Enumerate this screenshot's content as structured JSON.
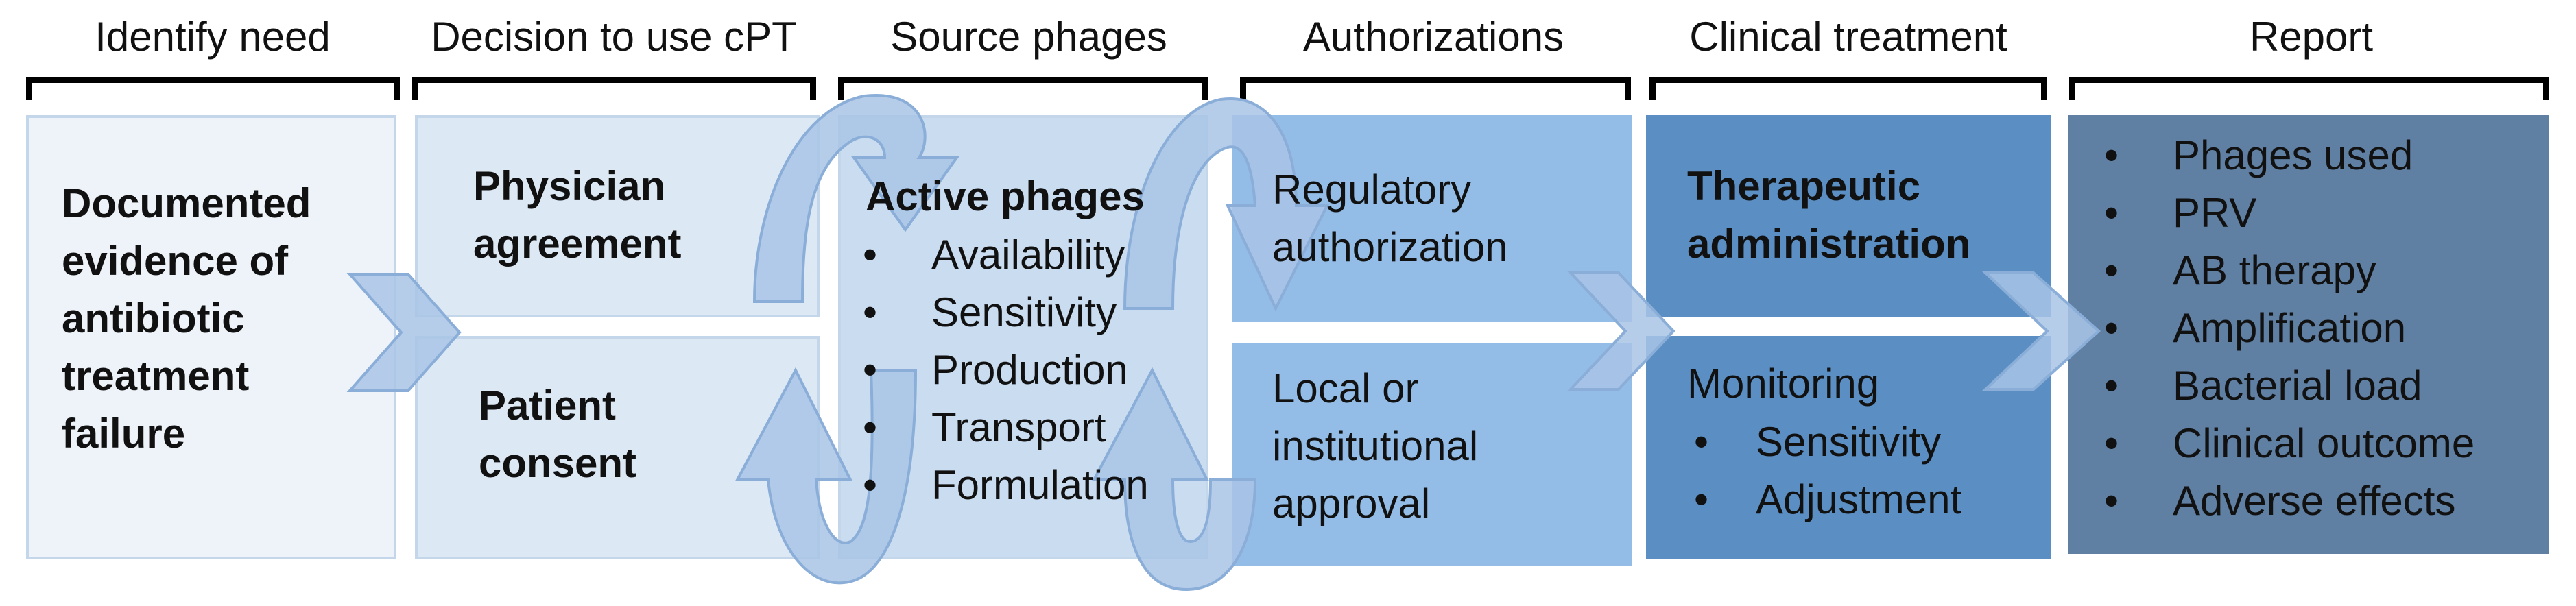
{
  "stages": [
    {
      "header": "Identify need"
    },
    {
      "header": "Decision to use cPT"
    },
    {
      "header": "Source phages"
    },
    {
      "header": "Authorizations"
    },
    {
      "header": "Clinical treatment"
    },
    {
      "header": "Report"
    }
  ],
  "identify": {
    "lines": [
      "Documented",
      "evidence of",
      "antibiotic",
      "treatment",
      "failure"
    ]
  },
  "decision": {
    "top_lines": [
      "Physician",
      "agreement"
    ],
    "bottom_lines": [
      "Patient",
      "consent"
    ]
  },
  "source": {
    "title": "Active phages",
    "items": [
      "Availability",
      "Sensitivity",
      "Production",
      "Transport",
      "Formulation"
    ]
  },
  "authorizations": {
    "top_lines": [
      "Regulatory",
      "authorization"
    ],
    "bottom_lines": [
      "Local or",
      "institutional",
      "approval"
    ]
  },
  "clinical": {
    "top_lines": [
      "Therapeutic",
      "administration"
    ],
    "monitoring_title": "Monitoring",
    "items": [
      "Sensitivity",
      "Adjustment"
    ]
  },
  "report": {
    "items": [
      "Phages used",
      "PRV",
      "AB therapy",
      "Amplification",
      "Bacterial load",
      "Clinical outcome",
      "Adverse effects"
    ]
  },
  "bullet_char": "•",
  "colors": {
    "identify_fill": "#eef3fa",
    "decision_fill": "#dde8f5",
    "source_fill": "#c9dcf0",
    "auth_fill": "#93bde6",
    "clinical_fill": "#5b8fc4",
    "report_fill": "#5f7fa3",
    "arrow_fill": "#a9c4e6",
    "arrow_stroke": "#8aaed8"
  }
}
